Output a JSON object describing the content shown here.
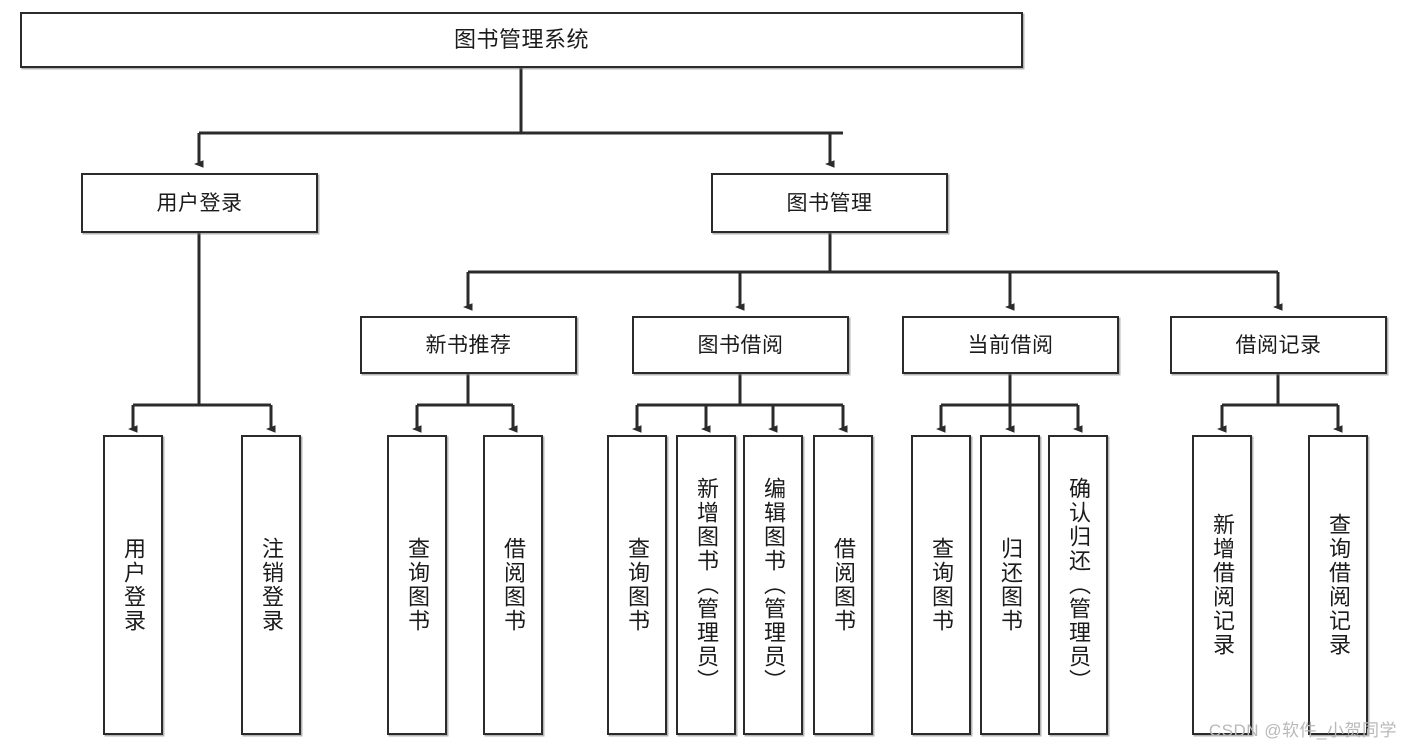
{
  "diagram": {
    "title": "图书管理系统",
    "watermark": "CSDN @软件_小贺同学",
    "colors": {
      "stroke": "#2b2b2b",
      "fill": "#ffffff",
      "text": "#1b1b1b",
      "watermark": "#b9b9b9"
    },
    "levels": {
      "root": {
        "label": "图书管理系统"
      },
      "level2": [
        {
          "id": "user-login",
          "label": "用户登录"
        },
        {
          "id": "book-management",
          "label": "图书管理"
        }
      ],
      "level3": [
        {
          "id": "new-book-recommend",
          "label": "新书推荐",
          "parent": "book-management"
        },
        {
          "id": "book-borrow",
          "label": "图书借阅",
          "parent": "book-management"
        },
        {
          "id": "current-borrow",
          "label": "当前借阅",
          "parent": "book-management"
        },
        {
          "id": "borrow-record",
          "label": "借阅记录",
          "parent": "book-management"
        }
      ],
      "level4": [
        {
          "id": "leaf-user-login",
          "label": "用户登录",
          "parent": "user-login"
        },
        {
          "id": "leaf-user-logout",
          "label": "注销登录",
          "parent": "user-login"
        },
        {
          "id": "leaf-query-book-1",
          "label": "查询图书",
          "parent": "new-book-recommend"
        },
        {
          "id": "leaf-borrow-book-1",
          "label": "借阅图书",
          "parent": "new-book-recommend"
        },
        {
          "id": "leaf-query-book-2",
          "label": "查询图书",
          "parent": "book-borrow"
        },
        {
          "id": "leaf-add-book",
          "label": "新增图书（管理员）",
          "parent": "book-borrow"
        },
        {
          "id": "leaf-edit-book",
          "label": "编辑图书（管理员）",
          "parent": "book-borrow"
        },
        {
          "id": "leaf-borrow-book-2",
          "label": "借阅图书",
          "parent": "book-borrow"
        },
        {
          "id": "leaf-query-book-3",
          "label": "查询图书",
          "parent": "current-borrow"
        },
        {
          "id": "leaf-return-book",
          "label": "归还图书",
          "parent": "current-borrow"
        },
        {
          "id": "leaf-confirm-return",
          "label": "确认归还（管理员）",
          "parent": "current-borrow"
        },
        {
          "id": "leaf-add-record",
          "label": "新增借阅记录",
          "parent": "borrow-record"
        },
        {
          "id": "leaf-query-record",
          "label": "查询借阅记录",
          "parent": "borrow-record"
        }
      ]
    }
  }
}
